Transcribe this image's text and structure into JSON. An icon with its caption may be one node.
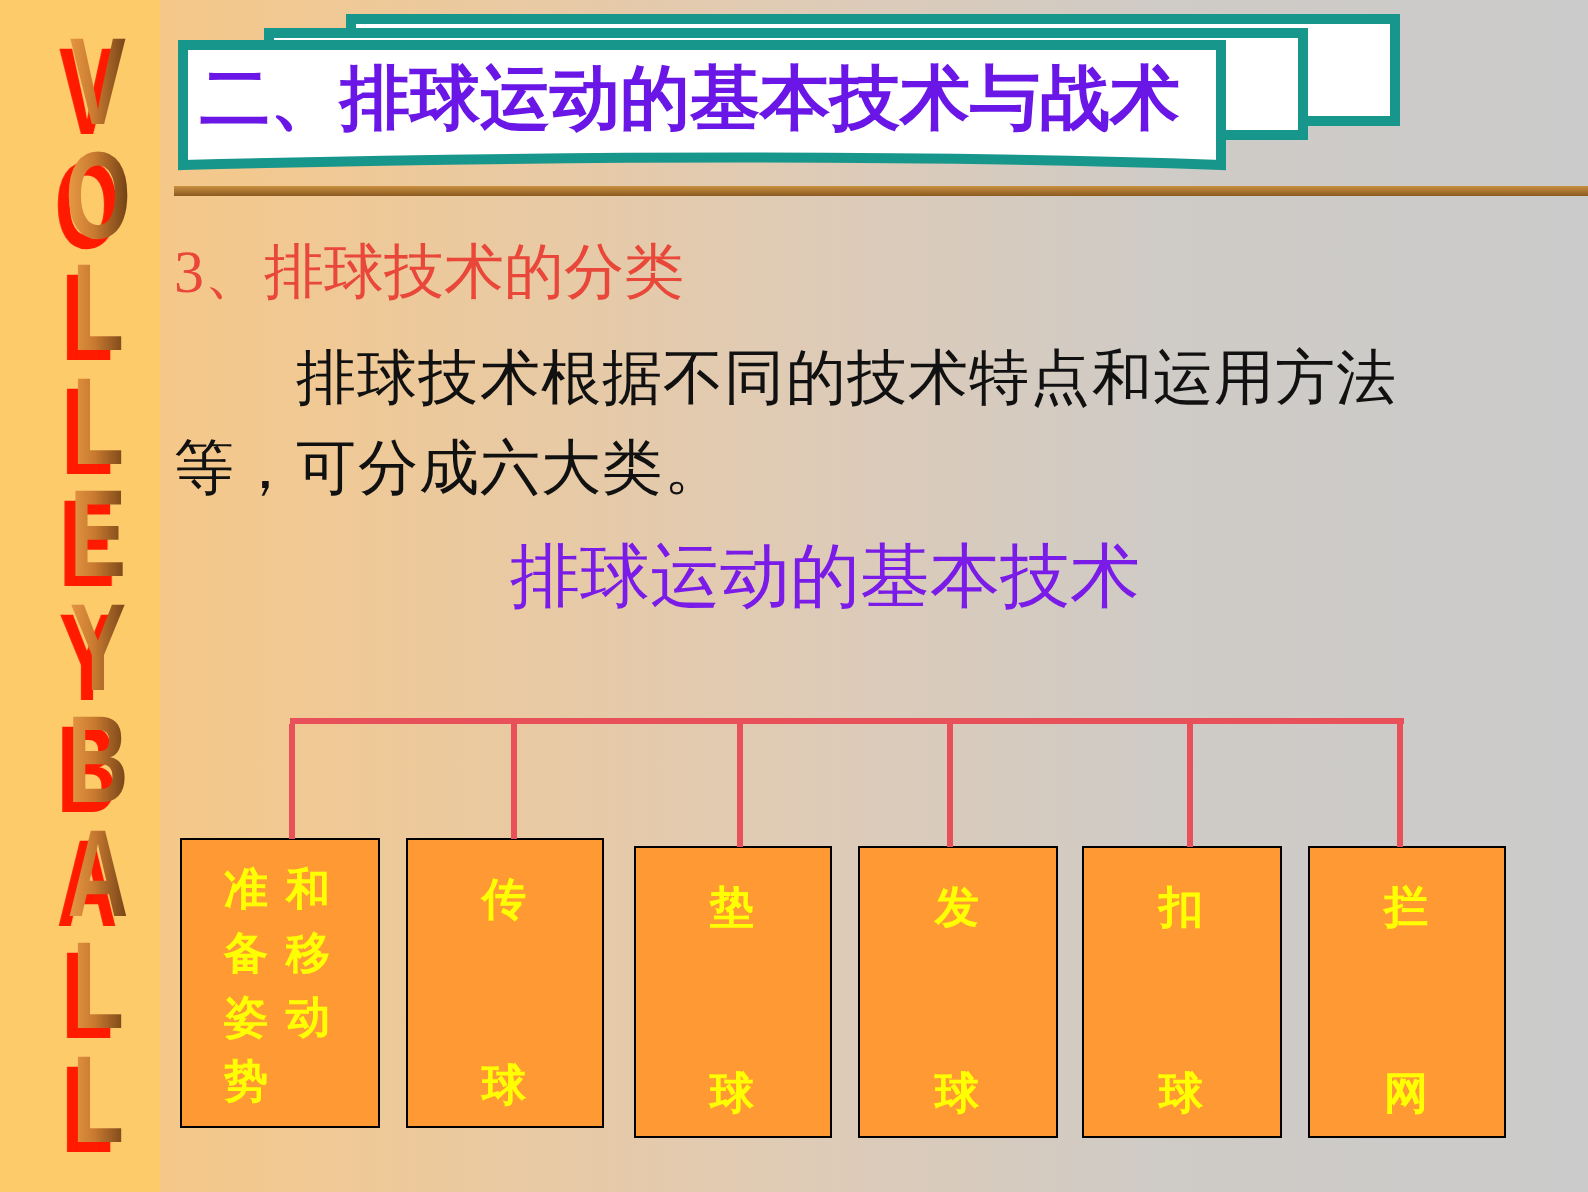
{
  "diagram": {
    "title": "二、排球运动的基本技术与战术",
    "nodes": [
      {
        "text": [],
        "shape": "bar"
      },
      {
        "text": [
          "准备姿势和移动"
        ]
      },
      {
        "text": [
          "传球"
        ]
      },
      {
        "text": [
          "垫球"
        ]
      },
      {
        "text": [
          "发球"
        ]
      },
      {
        "text": [
          "扣球"
        ]
      },
      {
        "text": [
          "拦网"
        ]
      }
    ],
    "edges": [
      {
        "from": 0,
        "to": 1,
        "arrow": "none"
      },
      {
        "from": 0,
        "to": 2,
        "arrow": "none"
      },
      {
        "from": 0,
        "to": 3,
        "arrow": "none"
      },
      {
        "from": 0,
        "to": 4,
        "arrow": "none"
      },
      {
        "from": 0,
        "to": 5,
        "arrow": "none"
      },
      {
        "from": 0,
        "to": 6,
        "arrow": "none"
      }
    ],
    "labels": [
      "VOLLEYBALL",
      "3、排球技术的分类",
      "排球技术根据不同的技术特点和运用方法等，可分成六大类。",
      "排球运动的基本技术"
    ]
  }
}
